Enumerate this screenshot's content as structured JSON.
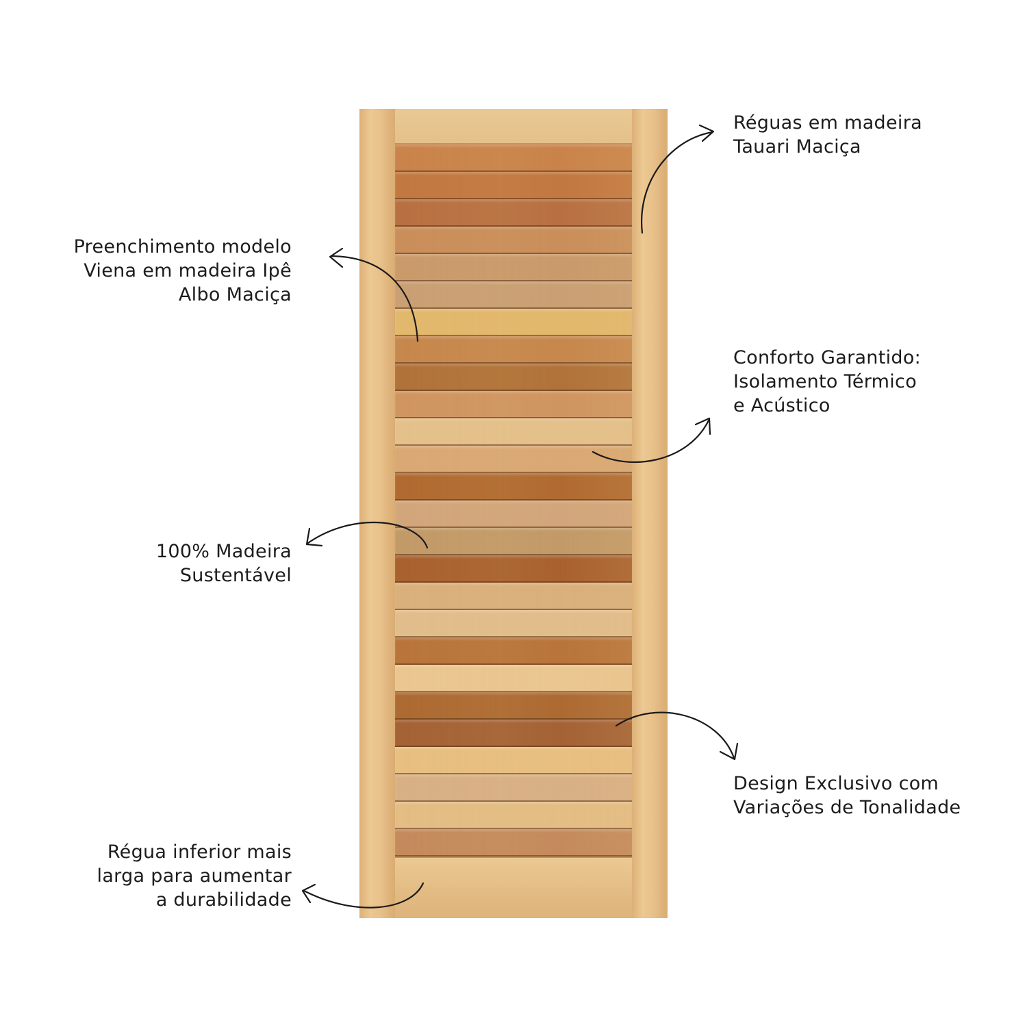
{
  "annotations": {
    "preenchimento": [
      "Preenchimento modelo",
      "Viena em madeira Ipê",
      "Albo Maciça"
    ],
    "madeira_sustentavel": [
      "100% Madeira",
      "Sustentável"
    ],
    "regua_inferior": [
      "Régua inferior mais",
      "larga para aumentar",
      "a durabilidade"
    ],
    "reguas_tauari": [
      "Réguas em madeira",
      "Tauari Maciça"
    ],
    "conforto": [
      "Conforto Garantido:",
      "Isolamento Térmico",
      "e Acústico"
    ],
    "design": [
      "Design Exclusivo com",
      "Variações de Tonalidade"
    ]
  },
  "colors": {
    "slats": [
      "#c9834a",
      "#c27840",
      "#b87041",
      "#c98e5a",
      "#c99a6a",
      "#c99f73",
      "#e2b86c",
      "#c6874c",
      "#b07238",
      "#cf9560",
      "#e4c08a",
      "#d9a873",
      "#b06a30",
      "#d1a67a",
      "#c29a68",
      "#a8612e",
      "#d9b07c",
      "#e1bd8c",
      "#b8743a",
      "#eac690",
      "#ac6a32",
      "#a46234",
      "#e7bf80",
      "#d8b085",
      "#e3bd84",
      "#c48a5c"
    ]
  }
}
